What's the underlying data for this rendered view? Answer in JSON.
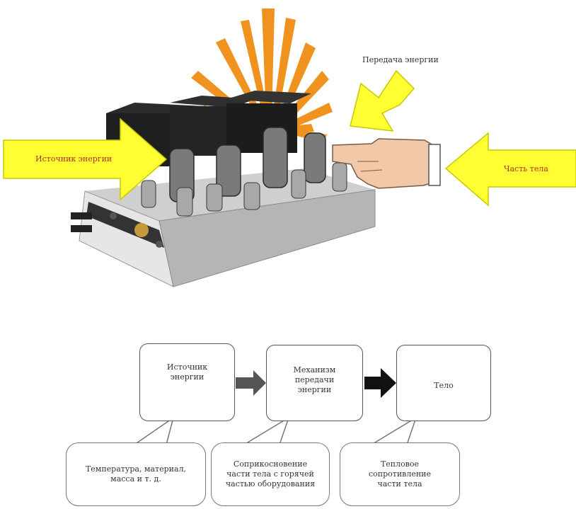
{
  "illustration": {
    "labels": {
      "energy_transfer": "Передача энергии",
      "energy_source": "Источник энергии",
      "body_part": "Часть тела"
    },
    "colors": {
      "arrow_fill": "#ffff33",
      "arrow_stroke": "#c8c800",
      "burst": "#f0921e",
      "device_dark": "#1f1f1f",
      "chassis": "#d8d8d8"
    }
  },
  "flow": {
    "boxes": [
      {
        "label": "Источник\nэнергии"
      },
      {
        "label": "Механизм\nпередачи\nэнергии"
      },
      {
        "label": "Тело"
      }
    ],
    "notes": [
      {
        "label": "Температура, материал,\nмасса и т. д."
      },
      {
        "label": "Соприкосновение\nчасти тела с горячей\nчастью оборудования"
      },
      {
        "label": "Тепловое\nсопротивление\nчасти тела"
      }
    ]
  }
}
